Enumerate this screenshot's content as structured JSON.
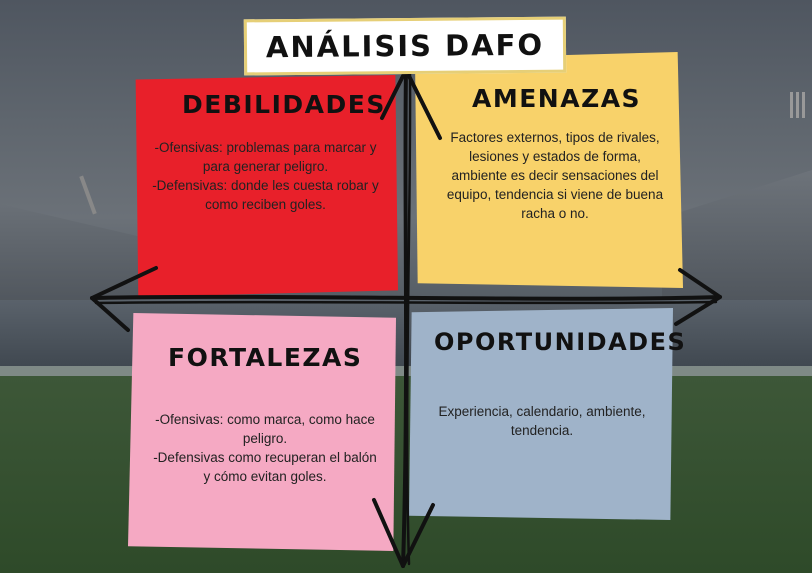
{
  "title": "ANÁLISIS DAFO",
  "quadrants": {
    "debilidades": {
      "heading": "DEBILIDADES",
      "lines": [
        "-Ofensivas: problemas para marcar y",
        "para generar peligro.",
        "-Defensivas: donde les cuesta robar y",
        "como reciben goles."
      ],
      "color": "#e8202a"
    },
    "amenazas": {
      "heading": "AMENAZAS",
      "lines": [
        "Factores externos, tipos de rivales,",
        "lesiones y estados de forma,",
        "ambiente es decir sensaciones del",
        "equipo, tendencia si viene de buena",
        "racha o no."
      ],
      "color": "#f8d26a"
    },
    "fortalezas": {
      "heading": "FORTALEZAS",
      "lines": [
        "-Ofensivas: como marca, como hace",
        "peligro.",
        "-Defensivas como recuperan el balón",
        "y cómo evitan  goles."
      ],
      "color": "#f5a9c3"
    },
    "oportunidades": {
      "heading": "OPORTUNIDADES",
      "lines": [
        "Experiencia, calendario, ambiente,",
        "tendencia."
      ],
      "color": "#9fb3c9"
    }
  }
}
